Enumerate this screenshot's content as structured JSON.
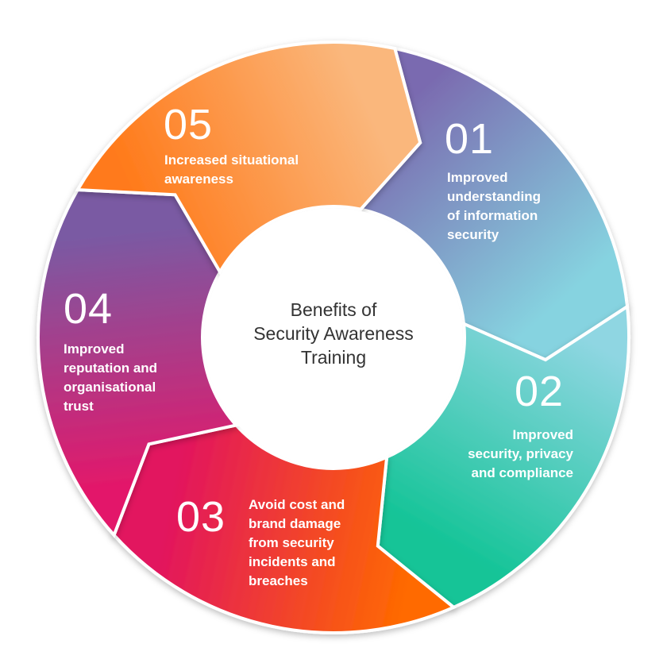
{
  "title": "Benefits of\nSecurity Awareness\nTraining",
  "segments": [
    {
      "number": "01",
      "label": "Improved\nunderstanding\nof information\nsecurity",
      "colors": [
        "#7a6bb0",
        "#86d3e0"
      ]
    },
    {
      "number": "02",
      "label": "Improved\nsecurity, privacy\nand compliance",
      "colors": [
        "#8fd6e2",
        "#14c497"
      ]
    },
    {
      "number": "03",
      "label": "Avoid cost and\nbrand damage\nfrom security\nincidents and\nbreaches",
      "colors": [
        "#ff6a00",
        "#e2155e"
      ]
    },
    {
      "number": "04",
      "label": "Improved\nreputation and\norganisational\ntrust",
      "colors": [
        "#e3186a",
        "#7a5aa3"
      ]
    },
    {
      "number": "05",
      "label": "Increased situational\nawareness",
      "colors": [
        "#ff7a1a",
        "#fab77c"
      ]
    }
  ]
}
